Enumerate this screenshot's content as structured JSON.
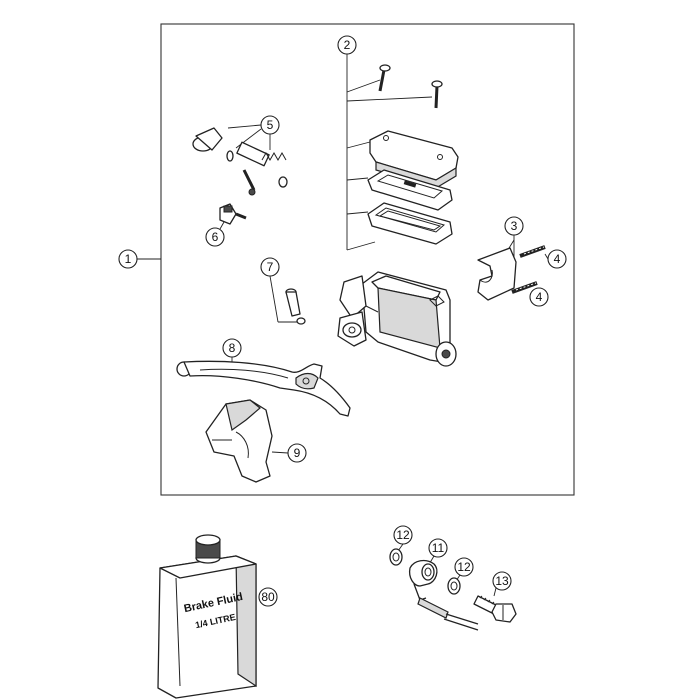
{
  "callouts": {
    "c1": "1",
    "c2": "2",
    "c3": "3",
    "c4a": "4",
    "c4b": "4",
    "c5": "5",
    "c6": "6",
    "c7": "7",
    "c8": "8",
    "c9": "9",
    "c11": "11",
    "c12a": "12",
    "c12b": "12",
    "c13": "13",
    "c80": "80"
  },
  "bottle": {
    "line1": "Brake Fluid",
    "line2": "1/4 LITRE"
  },
  "colors": {
    "line": "#222222",
    "shade": "#d9d9d9",
    "dark": "#4a4a4a",
    "background": "#ffffff"
  }
}
